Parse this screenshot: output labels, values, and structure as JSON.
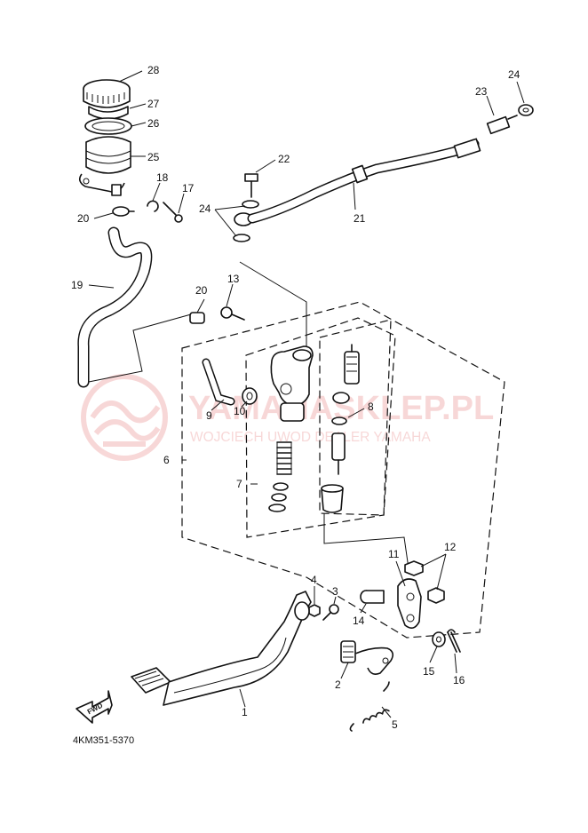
{
  "diagram_code": "4KM351-5370",
  "fwd_label": "FWD",
  "watermark": {
    "main": "YAMAHASKLEP.PL",
    "sub": "WOJCIECH  UWOD  DEALER YAMAHA",
    "color": "#f2b8b8"
  },
  "callouts": [
    {
      "id": "c1",
      "text": "1"
    },
    {
      "id": "c2",
      "text": "2"
    },
    {
      "id": "c3",
      "text": "3"
    },
    {
      "id": "c4",
      "text": "4"
    },
    {
      "id": "c5",
      "text": "5"
    },
    {
      "id": "c6",
      "text": "6"
    },
    {
      "id": "c7",
      "text": "7"
    },
    {
      "id": "c8",
      "text": "8"
    },
    {
      "id": "c9",
      "text": "9"
    },
    {
      "id": "c10",
      "text": "10"
    },
    {
      "id": "c11",
      "text": "11"
    },
    {
      "id": "c12",
      "text": "12"
    },
    {
      "id": "c13",
      "text": "13"
    },
    {
      "id": "c14",
      "text": "14"
    },
    {
      "id": "c15",
      "text": "15"
    },
    {
      "id": "c16",
      "text": "16"
    },
    {
      "id": "c17",
      "text": "17"
    },
    {
      "id": "c18",
      "text": "18"
    },
    {
      "id": "c19",
      "text": "19"
    },
    {
      "id": "c20a",
      "text": "20"
    },
    {
      "id": "c20b",
      "text": "20"
    },
    {
      "id": "c21",
      "text": "21"
    },
    {
      "id": "c22",
      "text": "22"
    },
    {
      "id": "c23",
      "text": "23"
    },
    {
      "id": "c24a",
      "text": "24"
    },
    {
      "id": "c24b",
      "text": "24"
    },
    {
      "id": "c25",
      "text": "25"
    },
    {
      "id": "c26",
      "text": "26"
    },
    {
      "id": "c27",
      "text": "27"
    },
    {
      "id": "c28",
      "text": "28"
    }
  ]
}
